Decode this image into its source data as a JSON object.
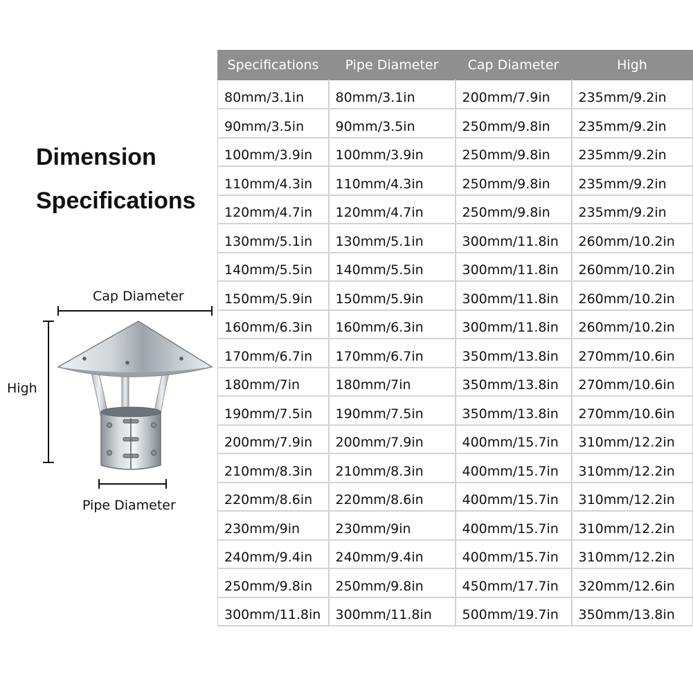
{
  "heading": {
    "line1": "Dimension",
    "line2": "Specifications"
  },
  "diagram": {
    "cap_diameter_label": "Cap Diameter",
    "high_label": "High",
    "pipe_diameter_label": "Pipe Diameter"
  },
  "table": {
    "headers": [
      "Specifications",
      "Pipe Diameter",
      "Cap Diameter",
      "High"
    ],
    "rows": [
      [
        "80mm/3.1in",
        "80mm/3.1in",
        "200mm/7.9in",
        "235mm/9.2in"
      ],
      [
        "90mm/3.5in",
        "90mm/3.5in",
        "250mm/9.8in",
        "235mm/9.2in"
      ],
      [
        "100mm/3.9in",
        "100mm/3.9in",
        "250mm/9.8in",
        "235mm/9.2in"
      ],
      [
        "110mm/4.3in",
        "110mm/4.3in",
        "250mm/9.8in",
        "235mm/9.2in"
      ],
      [
        "120mm/4.7in",
        "120mm/4.7in",
        "250mm/9.8in",
        "235mm/9.2in"
      ],
      [
        "130mm/5.1in",
        "130mm/5.1in",
        "300mm/11.8in",
        "260mm/10.2in"
      ],
      [
        "140mm/5.5in",
        "140mm/5.5in",
        "300mm/11.8in",
        "260mm/10.2in"
      ],
      [
        "150mm/5.9in",
        "150mm/5.9in",
        "300mm/11.8in",
        "260mm/10.2in"
      ],
      [
        "160mm/6.3in",
        "160mm/6.3in",
        "300mm/11.8in",
        "260mm/10.2in"
      ],
      [
        "170mm/6.7in",
        "170mm/6.7in",
        "350mm/13.8in",
        "270mm/10.6in"
      ],
      [
        "180mm/7in",
        "180mm/7in",
        "350mm/13.8in",
        "270mm/10.6in"
      ],
      [
        "190mm/7.5in",
        "190mm/7.5in",
        "350mm/13.8in",
        "270mm/10.6in"
      ],
      [
        "200mm/7.9in",
        "200mm/7.9in",
        "400mm/15.7in",
        "310mm/12.2in"
      ],
      [
        "210mm/8.3in",
        "210mm/8.3in",
        "400mm/15.7in",
        "310mm/12.2in"
      ],
      [
        "220mm/8.6in",
        "220mm/8.6in",
        "400mm/15.7in",
        "310mm/12.2in"
      ],
      [
        "230mm/9in",
        "230mm/9in",
        "400mm/15.7in",
        "310mm/12.2in"
      ],
      [
        "240mm/9.4in",
        "240mm/9.4in",
        "400mm/15.7in",
        "310mm/12.2in"
      ],
      [
        "250mm/9.8in",
        "250mm/9.8in",
        "450mm/17.7in",
        "320mm/12.6in"
      ],
      [
        "300mm/11.8in",
        "300mm/11.8in",
        "500mm/19.7in",
        "350mm/13.8in"
      ]
    ]
  },
  "colors": {
    "header_bg": "#8f8f8f",
    "header_text": "#ffffff",
    "grid_line": "#d3d3d3",
    "metal_light": "#e9ecef",
    "metal_dark": "#8a9096"
  }
}
